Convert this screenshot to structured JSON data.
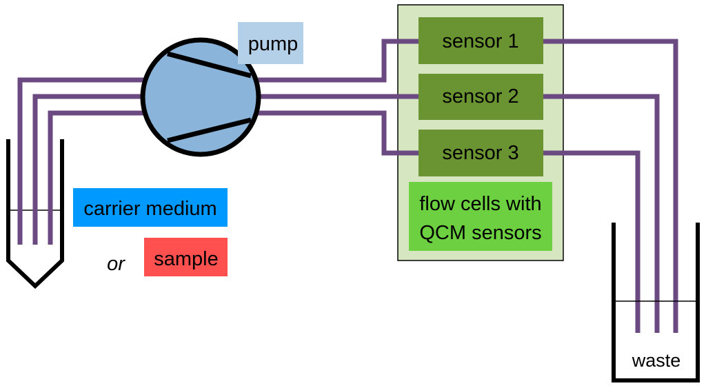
{
  "labels": {
    "pump": "pump",
    "carrier_medium": "carrier medium",
    "or": "or",
    "sample": "sample",
    "sensors": [
      "sensor 1",
      "sensor 2",
      "sensor 3"
    ],
    "flow_cells_line1": "flow cells with",
    "flow_cells_line2": "QCM sensors",
    "waste": "waste"
  },
  "colors": {
    "tube": "#6a4a80",
    "pump_fill": "#8ab4d9",
    "pump_label_bg": "#b4d0e8",
    "carrier_medium_bg": "#0099ff",
    "sample_bg": "#ff5050",
    "flow_cell_frame_bg": "#d5e6c0",
    "sensor_bg": "#6a9432",
    "flow_cells_label_bg": "#6cd040"
  }
}
